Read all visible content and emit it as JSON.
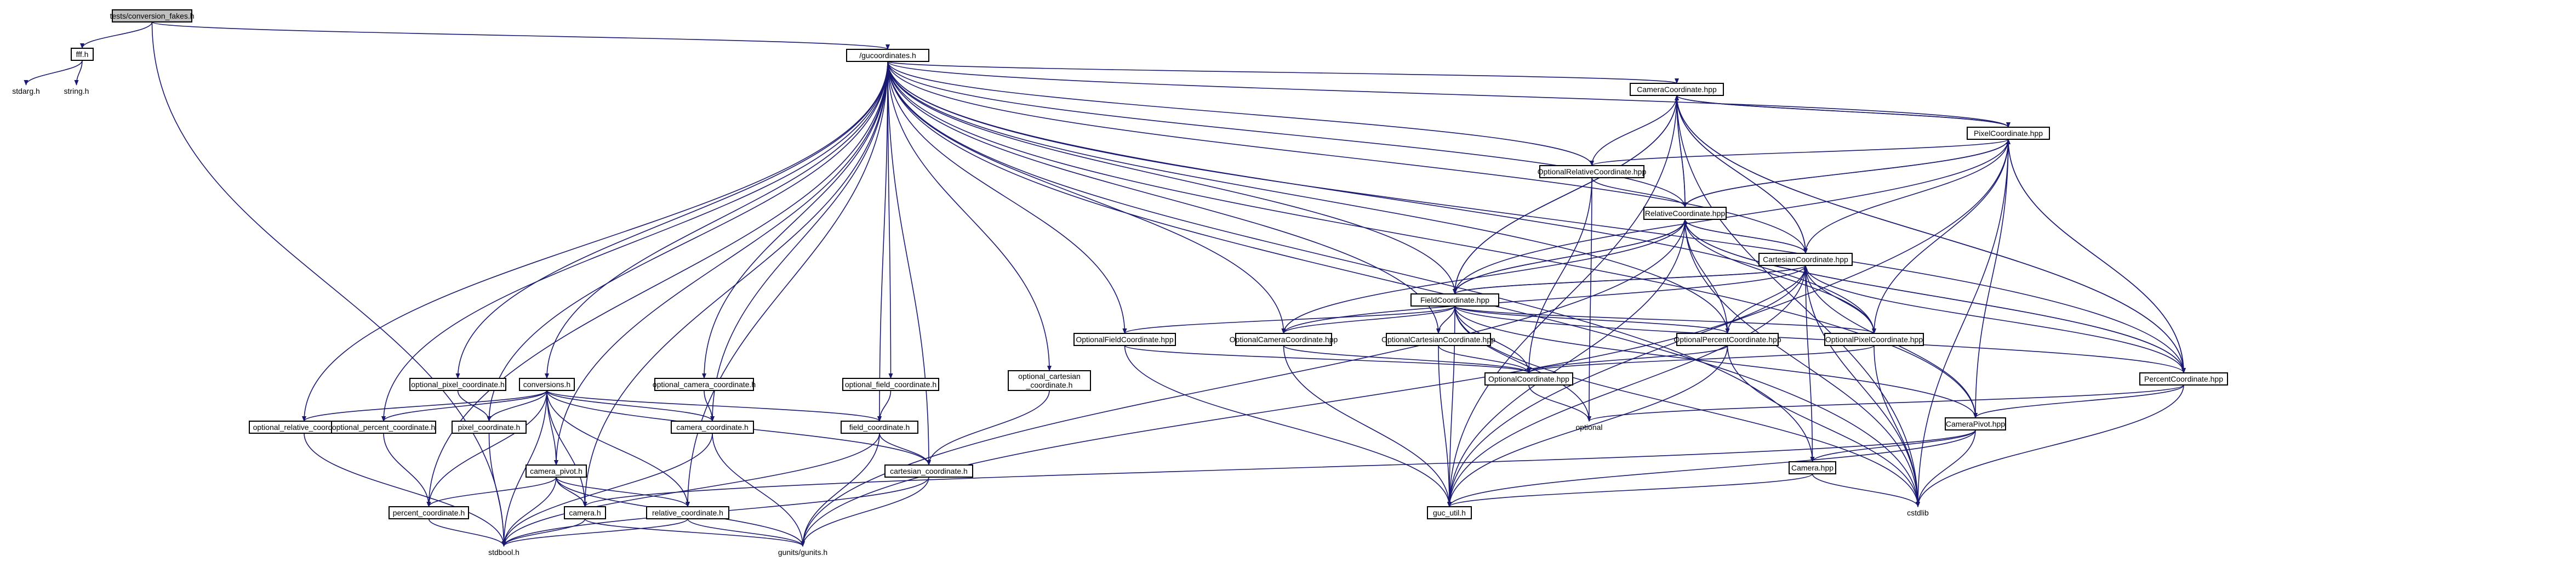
{
  "colors": {
    "edge": "#191970",
    "node_fill": "#ffffff",
    "root_fill": "#bfbfbf",
    "node_border": "#000000",
    "arrow": "#191970"
  },
  "nodes": [
    {
      "id": "root",
      "label": "tests/conversion_fakes.h",
      "root": true
    },
    {
      "id": "fffh",
      "label": "fff.h"
    },
    {
      "id": "stdarg",
      "label": "stdarg.h",
      "plain": true
    },
    {
      "id": "string",
      "label": "string.h",
      "plain": true
    },
    {
      "id": "guc",
      "label": "/gucoordinates.h"
    },
    {
      "id": "camcoordhpp",
      "label": "CameraCoordinate.hpp"
    },
    {
      "id": "pixelhpp",
      "label": "PixelCoordinate.hpp"
    },
    {
      "id": "optrelhpp",
      "label": "OptionalRelativeCoordinate.hpp"
    },
    {
      "id": "relhpp",
      "label": "RelativeCoordinate.hpp"
    },
    {
      "id": "carthpp",
      "label": "CartesianCoordinate.hpp"
    },
    {
      "id": "fieldhpp",
      "label": "FieldCoordinate.hpp"
    },
    {
      "id": "optfieldhpp",
      "label": "OptionalFieldCoordinate.hpp"
    },
    {
      "id": "optcamhpp",
      "label": "OptionalCameraCoordinate.hpp"
    },
    {
      "id": "optcarthpp",
      "label": "OptionalCartesianCoordinate.hpp"
    },
    {
      "id": "optpcthpp",
      "label": "OptionalPercentCoordinate.hpp"
    },
    {
      "id": "optpixhpp",
      "label": "OptionalPixelCoordinate.hpp"
    },
    {
      "id": "optcoordhpp",
      "label": "OptionalCoordinate.hpp"
    },
    {
      "id": "pcthpp",
      "label": "PercentCoordinate.hpp"
    },
    {
      "id": "campivothpp",
      "label": "CameraPivot.hpp"
    },
    {
      "id": "camerahpp",
      "label": "Camera.hpp"
    },
    {
      "id": "conversions",
      "label": "conversions.h"
    },
    {
      "id": "optpixelc",
      "label": "optional_pixel_coordinate.h"
    },
    {
      "id": "optcamc",
      "label": "optional_camera_coordinate.h"
    },
    {
      "id": "optfieldc",
      "label": "optional_field_coordinate.h"
    },
    {
      "id": "optcartc",
      "label": "optional_cartesian\n_coordinate.h"
    },
    {
      "id": "optrelc",
      "label": "optional_relative_coordinate.h"
    },
    {
      "id": "optpctc",
      "label": "optional_percent_coordinate.h"
    },
    {
      "id": "pixelc",
      "label": "pixel_coordinate.h"
    },
    {
      "id": "camerac",
      "label": "camera_coordinate.h"
    },
    {
      "id": "fieldc",
      "label": "field_coordinate.h"
    },
    {
      "id": "optional",
      "label": "optional",
      "plain": true
    },
    {
      "id": "campivotc",
      "label": "camera_pivot.h"
    },
    {
      "id": "cartc",
      "label": "cartesian_coordinate.h"
    },
    {
      "id": "pctc",
      "label": "percent_coordinate.h"
    },
    {
      "id": "camerah",
      "label": "camera.h"
    },
    {
      "id": "relc",
      "label": "relative_coordinate.h"
    },
    {
      "id": "stdbool",
      "label": "stdbool.h",
      "plain": true
    },
    {
      "id": "gucunits",
      "label": "gunits/gunits.h",
      "plain": true
    },
    {
      "id": "gucutil",
      "label": "guc_util.h"
    },
    {
      "id": "cstdlib",
      "label": "cstdlib",
      "plain": true
    }
  ],
  "edges": [
    [
      "root",
      "fffh"
    ],
    [
      "root",
      "guc"
    ],
    [
      "root",
      "stdbool"
    ],
    [
      "fffh",
      "stdarg"
    ],
    [
      "fffh",
      "string"
    ],
    [
      "guc",
      "camcoordhpp"
    ],
    [
      "guc",
      "pixelhpp"
    ],
    [
      "guc",
      "optrelhpp"
    ],
    [
      "guc",
      "relhpp"
    ],
    [
      "guc",
      "carthpp"
    ],
    [
      "guc",
      "fieldhpp"
    ],
    [
      "guc",
      "optfieldhpp"
    ],
    [
      "guc",
      "optcamhpp"
    ],
    [
      "guc",
      "optcarthpp"
    ],
    [
      "guc",
      "optpcthpp"
    ],
    [
      "guc",
      "optpixhpp"
    ],
    [
      "guc",
      "pcthpp"
    ],
    [
      "guc",
      "campivothpp"
    ],
    [
      "guc",
      "camerahpp"
    ],
    [
      "guc",
      "conversions"
    ],
    [
      "guc",
      "optpixelc"
    ],
    [
      "guc",
      "optcamc"
    ],
    [
      "guc",
      "optfieldc"
    ],
    [
      "guc",
      "optcartc"
    ],
    [
      "guc",
      "optrelc"
    ],
    [
      "guc",
      "optpctc"
    ],
    [
      "guc",
      "pixelc"
    ],
    [
      "guc",
      "camerac"
    ],
    [
      "guc",
      "fieldc"
    ],
    [
      "guc",
      "campivotc"
    ],
    [
      "guc",
      "cartc"
    ],
    [
      "guc",
      "pctc"
    ],
    [
      "guc",
      "camerah"
    ],
    [
      "guc",
      "relc"
    ],
    [
      "guc",
      "cstdlib"
    ],
    [
      "camcoordhpp",
      "pixelhpp"
    ],
    [
      "camcoordhpp",
      "optrelhpp"
    ],
    [
      "camcoordhpp",
      "relhpp"
    ],
    [
      "camcoordhpp",
      "fieldhpp"
    ],
    [
      "camcoordhpp",
      "carthpp"
    ],
    [
      "camcoordhpp",
      "pcthpp"
    ],
    [
      "camcoordhpp",
      "gucutil"
    ],
    [
      "camcoordhpp",
      "cstdlib"
    ],
    [
      "pixelhpp",
      "camcoordhpp"
    ],
    [
      "pixelhpp",
      "optrelhpp"
    ],
    [
      "pixelhpp",
      "relhpp"
    ],
    [
      "pixelhpp",
      "fieldhpp"
    ],
    [
      "pixelhpp",
      "pcthpp"
    ],
    [
      "pixelhpp",
      "campivothpp"
    ],
    [
      "pixelhpp",
      "gucutil"
    ],
    [
      "pixelhpp",
      "cstdlib"
    ],
    [
      "optrelhpp",
      "relhpp"
    ],
    [
      "optrelhpp",
      "optional"
    ],
    [
      "optrelhpp",
      "optcoordhpp"
    ],
    [
      "relhpp",
      "camcoordhpp"
    ],
    [
      "relhpp",
      "pixelhpp"
    ],
    [
      "relhpp",
      "carthpp"
    ],
    [
      "relhpp",
      "fieldhpp"
    ],
    [
      "relhpp",
      "pcthpp"
    ],
    [
      "relhpp",
      "optpcthpp"
    ],
    [
      "relhpp",
      "optpixhpp"
    ],
    [
      "relhpp",
      "optcamhpp"
    ],
    [
      "relhpp",
      "gucutil"
    ],
    [
      "relhpp",
      "gucunits"
    ],
    [
      "relhpp",
      "cstdlib"
    ],
    [
      "carthpp",
      "camcoordhpp"
    ],
    [
      "carthpp",
      "pixelhpp"
    ],
    [
      "carthpp",
      "relhpp"
    ],
    [
      "carthpp",
      "fieldhpp"
    ],
    [
      "carthpp",
      "optpcthpp"
    ],
    [
      "carthpp",
      "optpixhpp"
    ],
    [
      "carthpp",
      "optcamhpp"
    ],
    [
      "carthpp",
      "pcthpp"
    ],
    [
      "carthpp",
      "campivothpp"
    ],
    [
      "carthpp",
      "camerahpp"
    ],
    [
      "carthpp",
      "gucutil"
    ],
    [
      "carthpp",
      "cstdlib"
    ],
    [
      "carthpp",
      "gucunits"
    ],
    [
      "fieldhpp",
      "camcoordhpp"
    ],
    [
      "fieldhpp",
      "relhpp"
    ],
    [
      "fieldhpp",
      "carthpp"
    ],
    [
      "fieldhpp",
      "optfieldhpp"
    ],
    [
      "fieldhpp",
      "optcamhpp"
    ],
    [
      "fieldhpp",
      "optcarthpp"
    ],
    [
      "fieldhpp",
      "optpcthpp"
    ],
    [
      "fieldhpp",
      "optpixhpp"
    ],
    [
      "fieldhpp",
      "optcoordhpp"
    ],
    [
      "fieldhpp",
      "optional"
    ],
    [
      "fieldhpp",
      "pcthpp"
    ],
    [
      "fieldhpp",
      "campivothpp"
    ],
    [
      "fieldhpp",
      "gucutil"
    ],
    [
      "fieldhpp",
      "cstdlib"
    ],
    [
      "optfieldhpp",
      "optcoordhpp"
    ],
    [
      "optfieldhpp",
      "gucutil"
    ],
    [
      "optcamhpp",
      "optcoordhpp"
    ],
    [
      "optcamhpp",
      "gucutil"
    ],
    [
      "optcarthpp",
      "optcoordhpp"
    ],
    [
      "optcarthpp",
      "gucutil"
    ],
    [
      "optpcthpp",
      "optcoordhpp"
    ],
    [
      "optpcthpp",
      "gucutil"
    ],
    [
      "optpcthpp",
      "cstdlib"
    ],
    [
      "optpixhpp",
      "optcoordhpp"
    ],
    [
      "optpixhpp",
      "pixelhpp"
    ],
    [
      "optpixhpp",
      "cstdlib"
    ],
    [
      "optcoordhpp",
      "optional"
    ],
    [
      "pcthpp",
      "camcoordhpp"
    ],
    [
      "pcthpp",
      "pixelhpp"
    ],
    [
      "pcthpp",
      "relhpp"
    ],
    [
      "pcthpp",
      "campivothpp"
    ],
    [
      "pcthpp",
      "cstdlib"
    ],
    [
      "pcthpp",
      "optional"
    ],
    [
      "campivothpp",
      "camerahpp"
    ],
    [
      "campivothpp",
      "gucutil"
    ],
    [
      "campivothpp",
      "cstdlib"
    ],
    [
      "campivothpp",
      "camerah"
    ],
    [
      "camerahpp",
      "gucutil"
    ],
    [
      "camerahpp",
      "cstdlib"
    ],
    [
      "conversions",
      "optrelc"
    ],
    [
      "conversions",
      "optpctc"
    ],
    [
      "conversions",
      "pixelc"
    ],
    [
      "conversions",
      "camerac"
    ],
    [
      "conversions",
      "fieldc"
    ],
    [
      "conversions",
      "campivotc"
    ],
    [
      "conversions",
      "cartc"
    ],
    [
      "conversions",
      "pctc"
    ],
    [
      "conversions",
      "camerah"
    ],
    [
      "conversions",
      "relc"
    ],
    [
      "conversions",
      "stdbool"
    ],
    [
      "optpixelc",
      "pixelc"
    ],
    [
      "optcamc",
      "camerac"
    ],
    [
      "optfieldc",
      "fieldc"
    ],
    [
      "optcartc",
      "cartc"
    ],
    [
      "optrelc",
      "stdbool"
    ],
    [
      "optpctc",
      "pctc"
    ],
    [
      "pixelc",
      "stdbool"
    ],
    [
      "camerac",
      "stdbool"
    ],
    [
      "camerac",
      "gucunits"
    ],
    [
      "fieldc",
      "cartc"
    ],
    [
      "fieldc",
      "stdbool"
    ],
    [
      "fieldc",
      "gucunits"
    ],
    [
      "campivotc",
      "camerah"
    ],
    [
      "campivotc",
      "pctc"
    ],
    [
      "campivotc",
      "relc"
    ],
    [
      "campivotc",
      "stdbool"
    ],
    [
      "campivotc",
      "gucunits"
    ],
    [
      "cartc",
      "stdbool"
    ],
    [
      "cartc",
      "gucunits"
    ],
    [
      "pctc",
      "stdbool"
    ],
    [
      "camerah",
      "stdbool"
    ],
    [
      "camerah",
      "gucunits"
    ],
    [
      "relc",
      "stdbool"
    ],
    [
      "relc",
      "gucunits"
    ]
  ]
}
